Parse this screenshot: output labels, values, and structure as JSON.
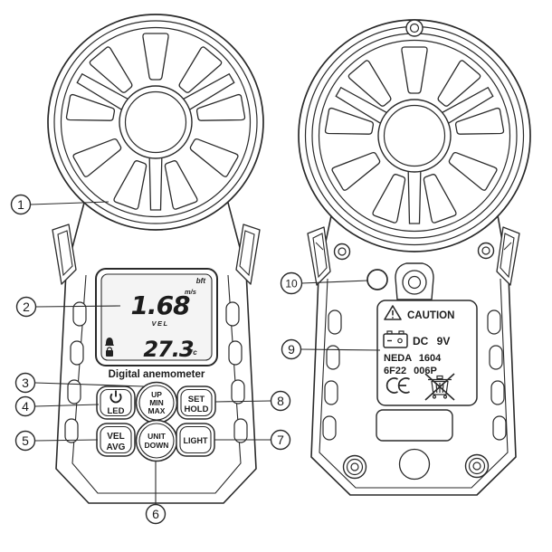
{
  "front": {
    "lcd": {
      "bft_label": "bft",
      "speed_value": "1.68",
      "speed_unit": "m/s",
      "mode_label": "VEL",
      "temp_value": "27.3",
      "temp_unit": "°c"
    },
    "name_label": "Digital anemometer",
    "buttons": {
      "led": {
        "label": "LED"
      },
      "up_min_max": {
        "line1": "UP",
        "line2": "MIN",
        "line3": "MAX"
      },
      "set_hold": {
        "line1": "SET",
        "line2": "HOLD"
      },
      "vel_avg": {
        "line1": "VEL",
        "line2": "AVG"
      },
      "unit_down": {
        "line1": "UNIT",
        "line2": "DOWN"
      },
      "light": {
        "label": "LIGHT"
      }
    }
  },
  "back": {
    "label": {
      "caution": "CAUTION",
      "power": "DC 9V",
      "battery_type_1": "NEDA 1604",
      "battery_type_2": "6F22 006P"
    }
  },
  "callouts": [
    {
      "number": "1"
    },
    {
      "number": "2"
    },
    {
      "number": "3"
    },
    {
      "number": "4"
    },
    {
      "number": "5"
    },
    {
      "number": "6"
    },
    {
      "number": "7"
    },
    {
      "number": "8"
    },
    {
      "number": "9"
    },
    {
      "number": "10"
    }
  ],
  "icons": {
    "power-icon": "power symbol (arc with stem)",
    "warning-triangle-icon": "triangle with exclamation mark",
    "battery-icon": "9V battery outline",
    "ce-mark-icon": "CE conformity mark",
    "weee-bin-icon": "crossed-out wheeled bin",
    "screw-icon": "round screw head",
    "alarm-icon": "small bell on LCD",
    "lock-icon": "small padlock on LCD"
  },
  "colors": {
    "line": "#1f1f1f",
    "background": "#ffffff",
    "lcd_fill": "#f4f4f4"
  }
}
